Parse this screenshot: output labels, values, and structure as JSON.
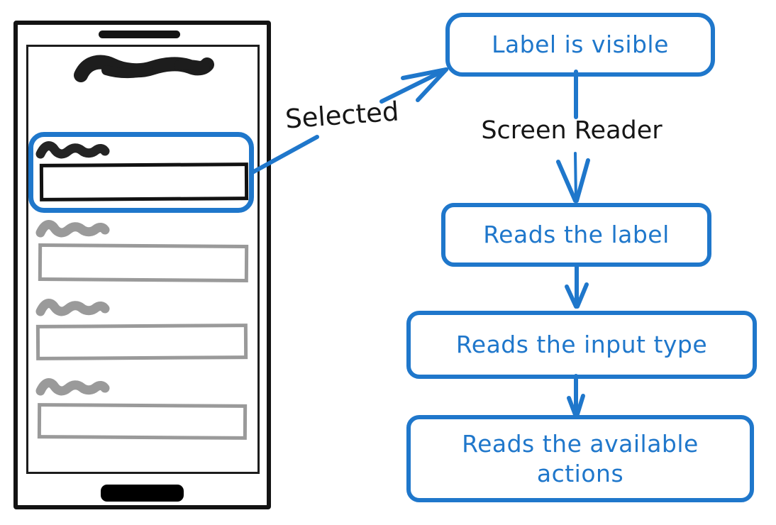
{
  "colors": {
    "accent_blue": "#1f77cb",
    "ink_black": "#1a1a1a",
    "muted_gray": "#9a9a9a"
  },
  "annotations": {
    "selected": "Selected",
    "screen_reader": "Screen Reader"
  },
  "flowchart": {
    "boxes": [
      {
        "label": "Label is visible"
      },
      {
        "label": "Reads the label"
      },
      {
        "label": "Reads the input type"
      },
      {
        "label": "Reads the available actions"
      }
    ]
  }
}
